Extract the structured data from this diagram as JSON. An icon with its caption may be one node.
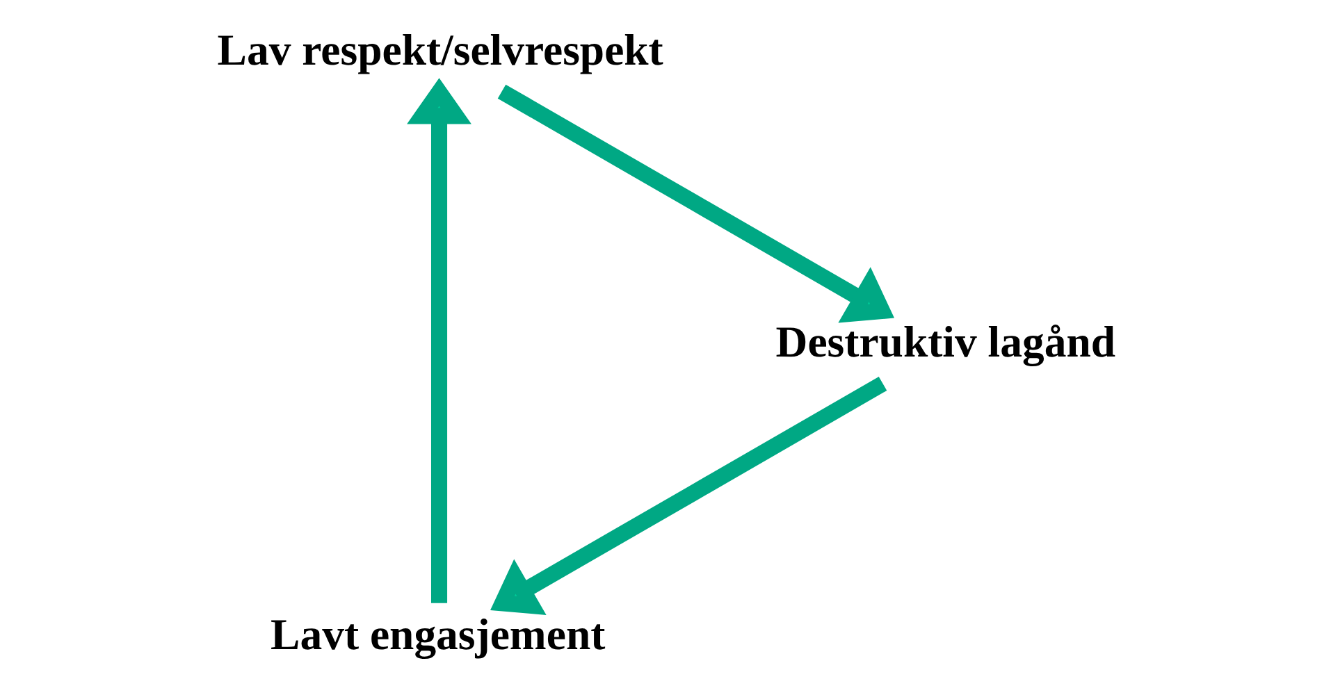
{
  "diagram": {
    "nodes": [
      {
        "text": [
          "Lavt engasjement"
        ]
      },
      {
        "text": [
          "Lav respekt/selvrespekt"
        ]
      },
      {
        "text": [
          "Destruktiv lagånd"
        ]
      }
    ],
    "edges": [
      {
        "from": 0,
        "to": 1,
        "arrow": "to"
      },
      {
        "from": 1,
        "to": 2,
        "arrow": "to"
      },
      {
        "from": 2,
        "to": 0,
        "arrow": "to"
      }
    ]
  }
}
